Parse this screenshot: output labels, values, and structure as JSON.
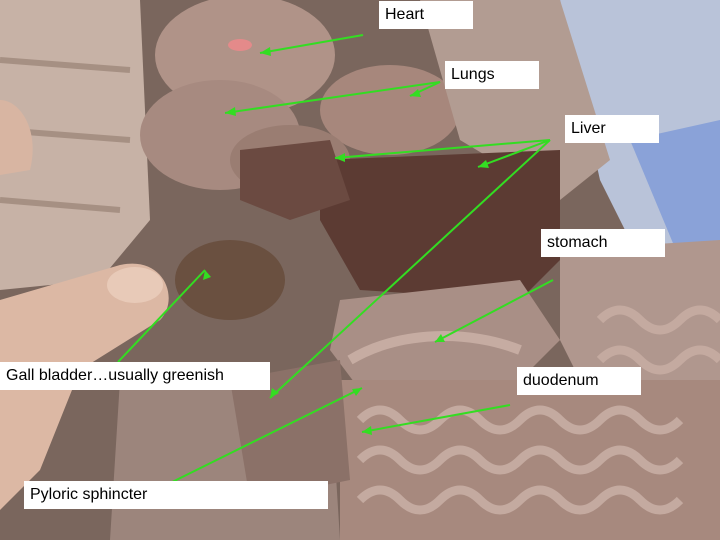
{
  "labels": {
    "heart": "Heart",
    "lungs": "Lungs",
    "liver": "Liver",
    "stomach": "stomach",
    "gall_bladder": "Gall bladder…usually greenish",
    "duodenum": "duodenum",
    "pyloric_sphincter": "Pyloric sphincter"
  },
  "colors": {
    "pointer": "#33dd22",
    "label_bg": "#ffffff",
    "label_text": "#000000"
  }
}
